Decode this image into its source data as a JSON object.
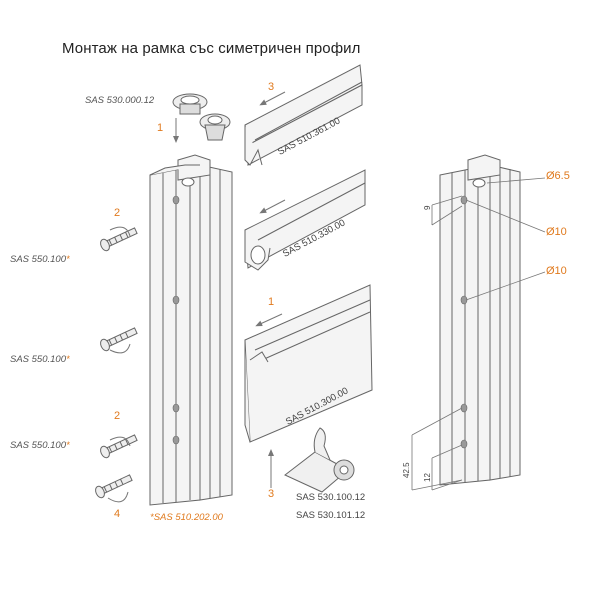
{
  "title": "Монтаж на рамка със симетричен профил",
  "labels": {
    "cap_code": "SAS 530.000.12",
    "screw_code_1": "SAS 550.100",
    "screw_code_2": "SAS 550.100",
    "screw_code_3": "SAS 550.100",
    "asterisk": "*",
    "profile_main": "*SAS 510.202.00",
    "profile_top": "SAS 510.361.00",
    "profile_mid": "SAS 510.330.00",
    "profile_low": "SAS 510.300.00",
    "roller_code_1": "SAS 530.100.12",
    "roller_code_2": "SAS 530.101.12"
  },
  "steps": {
    "cap": "1",
    "top_profile": "3",
    "mid_profile": "",
    "low_profile": "1",
    "roller": "3",
    "screw_top": "2",
    "screw_bottom_a": "2",
    "screw_bottom_b": "4"
  },
  "dimensions": {
    "hole_small": "Ø6.5",
    "hole_top": "Ø10",
    "hole_mid": "Ø10",
    "offset_top": "9",
    "offset_bottom": "42.5",
    "offset_bottom_small": "12"
  },
  "colors": {
    "accent": "#e07a1e",
    "line": "#666666",
    "fill": "#f2f2f2"
  }
}
